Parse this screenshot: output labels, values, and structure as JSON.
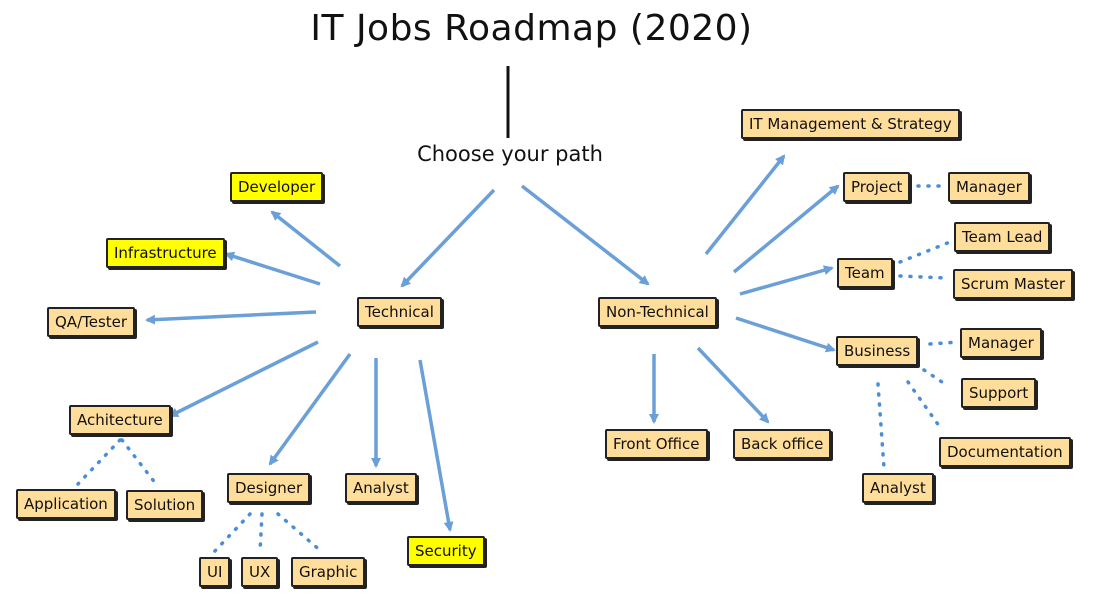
{
  "title": "IT Jobs Roadmap (2020)",
  "subtitle": "Choose your path",
  "colors": {
    "node_fill": "#ffdd9a",
    "highlight_fill": "#ffff00",
    "arrow": "#6a9fd8",
    "border": "#222222"
  },
  "nodes": {
    "developer": "Developer",
    "infrastructure": "Infrastructure",
    "qa_tester": "QA/Tester",
    "technical": "Technical",
    "achitecture": "Achitecture",
    "application": "Application",
    "solution": "Solution",
    "designer": "Designer",
    "ui": "UI",
    "ux": "UX",
    "graphic": "Graphic",
    "analyst": "Analyst",
    "security": "Security",
    "non_technical": "Non-Technical",
    "front_office": "Front Office",
    "back_office": "Back office",
    "it_management": "IT Management & Strategy",
    "project": "Project",
    "project_manager": "Manager",
    "team": "Team",
    "team_lead": "Team Lead",
    "scrum_master": "Scrum Master",
    "business": "Business",
    "business_manager": "Manager",
    "support": "Support",
    "documentation": "Documentation",
    "business_analyst": "Analyst"
  }
}
